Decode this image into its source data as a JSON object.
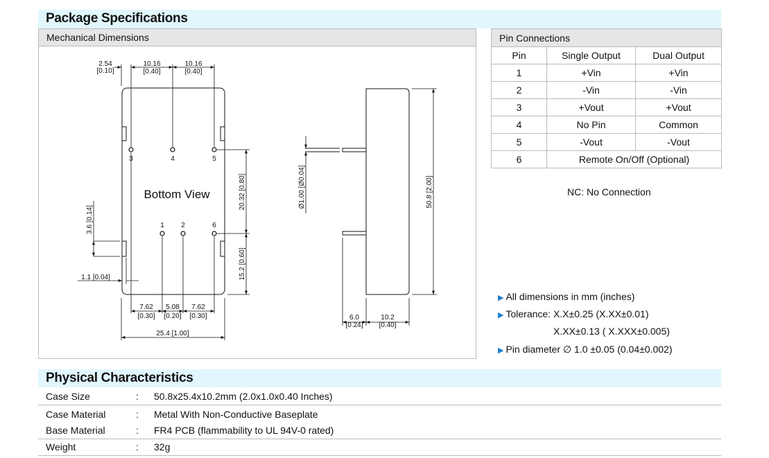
{
  "package": {
    "title": "Package Specifications",
    "mechanical_title": "Mechanical Dimensions",
    "bottom_view_label": "Bottom View",
    "pin_numbers": [
      "1",
      "2",
      "3",
      "4",
      "5",
      "6"
    ],
    "dims": {
      "top_2_54": "2.54",
      "top_0_10": "[0.10]",
      "top_10_16_a": "10.16",
      "top_0_40_a": "[0.40]",
      "top_10_16_b": "10.16",
      "top_0_40_b": "[0.40]",
      "right_20_32": "20.32 [0.80]",
      "right_15_2": "15.2 [0.60]",
      "left_3_6": "3.6 [0.14]",
      "left_1_1": "1.1 [0.04]",
      "bot_7_62_a": "7.62",
      "bot_0_30_a": "[0.30]",
      "bot_5_08": "5.08",
      "bot_0_20": "[0.20]",
      "bot_7_62_b": "7.62",
      "bot_0_30_b": "[0.30]",
      "overall_width": "25.4 [1.00]",
      "side_pin_dia": "Ø1.00 [Ø0.04]",
      "side_height": "50.8 [2.00]",
      "side_6_0": "6.0",
      "side_0_24": "[0.24]",
      "side_10_2": "10.2",
      "side_0_40": "[0.40]"
    },
    "pin_connections": {
      "title": "Pin Connections",
      "headers": [
        "Pin",
        "Single Output",
        "Dual Output"
      ],
      "rows": [
        [
          "1",
          "+Vin",
          "+Vin"
        ],
        [
          "2",
          "-Vin",
          "-Vin"
        ],
        [
          "3",
          "+Vout",
          "+Vout"
        ],
        [
          "4",
          "No Pin",
          "Common"
        ],
        [
          "5",
          "-Vout",
          "-Vout"
        ]
      ],
      "row6": {
        "pin": "6",
        "function": "Remote On/Off (Optional)"
      }
    },
    "nc_note": "NC: No Connection",
    "notes": [
      "All dimensions in mm (inches)",
      "Tolerance: X.X±0.25 (X.XX±0.01)",
      "X.XX±0.13 ( X.XXX±0.005)",
      "Pin diameter ∅ 1.0 ±0.05 (0.04±0.002)"
    ]
  },
  "physical": {
    "title": "Physical Characteristics",
    "separator": ":",
    "rows": [
      {
        "label": "Case Size",
        "value": "50.8x25.4x10.2mm (2.0x1.0x0.40 Inches)"
      },
      {
        "label": "Case Material",
        "value": "Metal With Non-Conductive Baseplate"
      },
      {
        "label": "Base Material",
        "value": "FR4 PCB (flammability to UL 94V-0 rated)"
      },
      {
        "label": "Weight",
        "value": "32g"
      }
    ]
  },
  "colors": {
    "section_band": "#e1f7fd",
    "subheader": "#e6e6e6",
    "bullet": "#1e7fd0"
  }
}
